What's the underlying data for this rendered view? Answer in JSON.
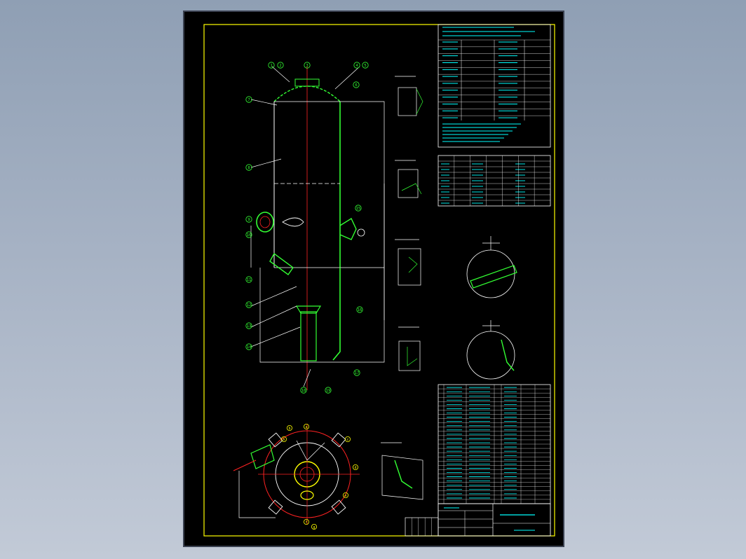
{
  "colors": {
    "background": "#000000",
    "frame": "#ffff00",
    "line": "#ffffff",
    "vessel": "#33ff33",
    "centerline": "#ff2222",
    "table": "#00ffff",
    "callout": "#33ff33"
  },
  "main_view": {
    "callouts": [
      "1",
      "2",
      "3",
      "4",
      "5",
      "6",
      "7",
      "8",
      "9",
      "10",
      "11",
      "12",
      "13",
      "14",
      "15",
      "16",
      "17",
      "18",
      "19"
    ]
  },
  "plan_view": {
    "nozzle_marks": [
      "a",
      "b",
      "c",
      "d",
      "e",
      "f",
      "g",
      "h"
    ]
  },
  "notes_box": {
    "row_count": 18
  },
  "nozzle_table": {
    "row_count": 9,
    "col_count": 7
  },
  "parts_list": {
    "row_count": 28,
    "col_count": 7
  },
  "title_block": {
    "row_count": 4
  }
}
